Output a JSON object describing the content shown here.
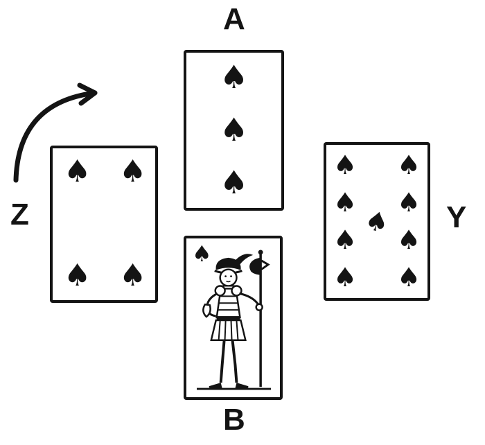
{
  "labels": {
    "top": "A",
    "left": "Z",
    "right": "Y",
    "bottom": "B"
  },
  "symbols": {
    "spade": "♠"
  },
  "cards": {
    "top": {
      "player": "A",
      "name": "three of spades",
      "pip_count": 3
    },
    "left": {
      "player": "Z",
      "name": "four of spades",
      "pip_count": 4
    },
    "right": {
      "player": "Y",
      "name": "nine of spades",
      "pip_count": 9
    },
    "bottom": {
      "player": "B",
      "name": "jack of spades",
      "court_card": true
    }
  },
  "colors": {
    "ink": "#141414",
    "background": "#ffffff"
  }
}
